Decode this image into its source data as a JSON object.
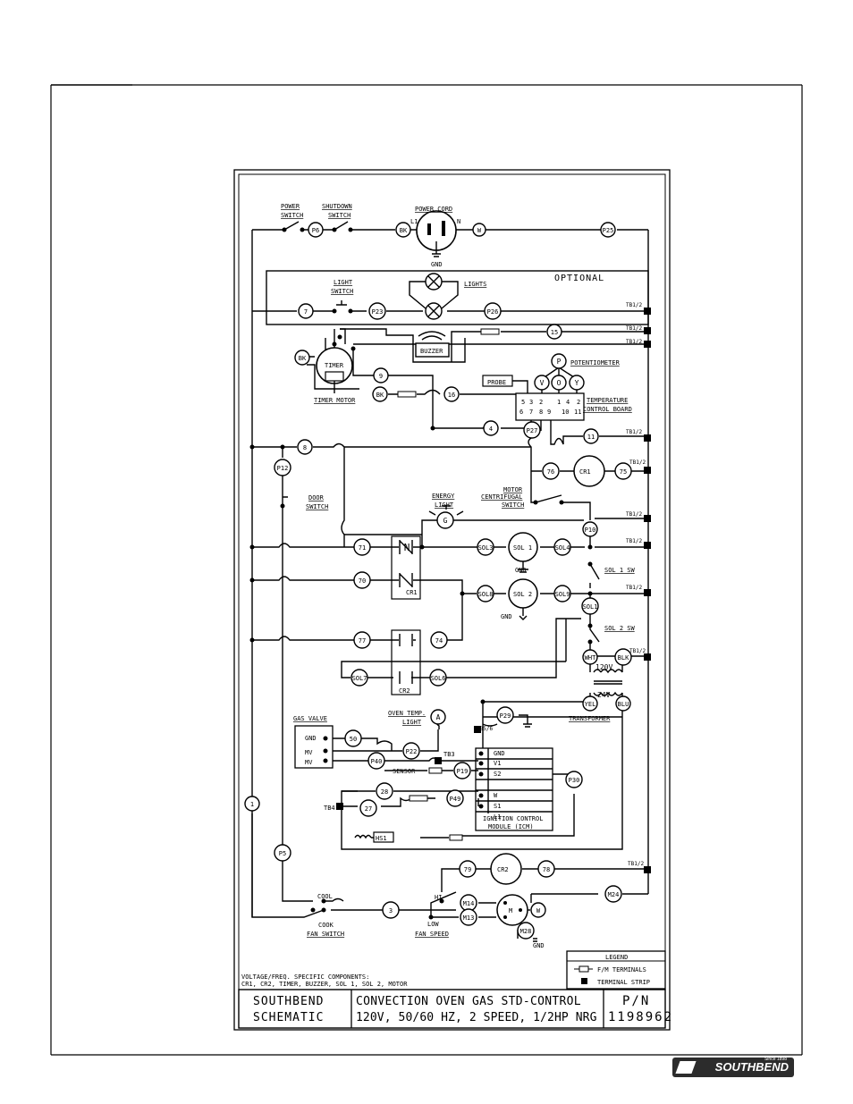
{
  "labels": {
    "power_switch": [
      "POWER",
      "SWITCH"
    ],
    "shutdown_switch": [
      "SHUTDOWN",
      "SWITCH"
    ],
    "power_cord": "POWER CORD",
    "l1": "L1",
    "n": "N",
    "gnd": "GND",
    "optional": "OPTIONAL",
    "light_switch": [
      "LIGHT",
      "SWITCH"
    ],
    "lights": "LIGHTS",
    "buzzer": "BUZZER",
    "timer": "TIMER",
    "timer_motor": "TIMER MOTOR",
    "potentiometer": "POTENTIOMETER",
    "probe": "PROBE",
    "temp_board": [
      "TEMPERATURE",
      "CONTROL BOARD"
    ],
    "door_switch": [
      "DOOR",
      "SWITCH"
    ],
    "energy_light": [
      "ENERGY",
      "LIGHT"
    ],
    "motor_switch": [
      "MOTOR",
      "CENTRIFUGAL",
      "SWITCH"
    ],
    "sol1_sw": "SOL 1 SW",
    "sol2_sw": "SOL 2 SW",
    "v120": "120V",
    "v24": "24V",
    "transformer": "TRANSFORMER",
    "gas_valve": "GAS VALVE",
    "oven_temp_light": [
      "OVEN TEMP.",
      "LIGHT"
    ],
    "sensor": "SENSOR",
    "icm": [
      "IGNITION CONTROL",
      "MODULE (ICM)"
    ],
    "icm_terms": [
      "GND",
      "V1",
      "S2",
      "",
      "W",
      "S1",
      "L1"
    ],
    "tb4": "TB4",
    "tb3": "TB3",
    "tb5_6": "TB5/6",
    "hs1": "HS1",
    "cool": "COOL",
    "cook": "COOK",
    "fan_switch": "FAN SWITCH",
    "hi": "HI",
    "low": "LOW",
    "fan_speed": "FAN SPEED",
    "mv": "MV",
    "cr1": "CR1",
    "cr2": "CR2",
    "sol1": "SOL 1",
    "sol2": "SOL 2",
    "m": "M",
    "tb_tag": "TB1/2",
    "p": "P",
    "v": "V",
    "o": "O",
    "y": "Y",
    "g": "G",
    "a": "A",
    "board_top": [
      "5",
      "3",
      "2",
      "1",
      "4",
      "2"
    ],
    "board_bot": [
      "6",
      "7",
      "8",
      "9",
      "10",
      "11"
    ]
  },
  "bubbles": {
    "p6": "P6",
    "bk1": "BK",
    "w": "W",
    "p25": "P25",
    "n7": "7",
    "p23": "P23",
    "p26": "P26",
    "n15": "15",
    "bk2": "BK",
    "n9": "9",
    "bk3": "BK",
    "n16": "16",
    "n4": "4",
    "p27": "P27",
    "n11": "11",
    "n8": "8",
    "p12": "P12",
    "n76": "76",
    "n75": "75",
    "p10": "P10",
    "n71": "71",
    "n70": "70",
    "sol3": "SOL3",
    "sol4": "SOL4",
    "sol8": "SOL8",
    "sol9": "SOL9",
    "sol1b": "SOL1",
    "n77": "77",
    "n74": "74",
    "sol7": "SOL7",
    "sol6": "SOL6",
    "wht": "WHT",
    "blk": "BLK",
    "yel": "YEL",
    "blu": "BLU",
    "p29": "P29",
    "n50": "50",
    "p22": "P22",
    "p40": "P40",
    "p19": "P19",
    "p30": "P30",
    "n28": "28",
    "p49": "P49",
    "n27": "27",
    "n1": "1",
    "p5": "P5",
    "n79": "79",
    "n78": "78",
    "m24": "M24",
    "n3": "3",
    "m14": "M14",
    "m13": "M13",
    "m28": "M28",
    "w2": "W"
  },
  "legend": {
    "title": "LEGEND",
    "fm": "F/M TERMINALS",
    "ts": "TERMINAL STRIP"
  },
  "notes": {
    "line1": "VOLTAGE/FREQ. SPECIFIC COMPONENTS:",
    "line2": "CR1, CR2, TIMER, BUZZER, SOL 1, SOL 2, MOTOR"
  },
  "title_block": {
    "company_1": "SOUTHBEND",
    "company_2": "SCHEMATIC",
    "title_1": "CONVECTION OVEN GAS STD-CONTROL",
    "title_2": "120V, 50/60 HZ, 2 SPEED, 1/2HP NRG",
    "pn_label": "P/N",
    "pn": "1198962"
  },
  "footer_logo": {
    "brand": "SOUTHBEND",
    "since": "Since 1898"
  }
}
